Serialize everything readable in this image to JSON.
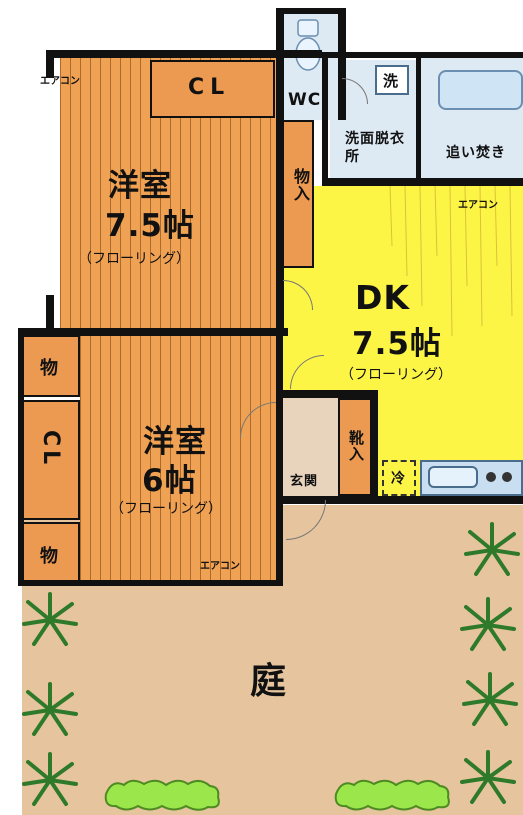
{
  "rooms": {
    "western_room_1": {
      "name": "洋室",
      "size": "7.5帖",
      "floor": "（フローリング）"
    },
    "western_room_2": {
      "name": "洋室",
      "size": "6帖",
      "floor": "（フローリング）"
    },
    "dk": {
      "name": "DK",
      "size": "7.5帖",
      "floor": "（フローリング）"
    },
    "garden": {
      "name": "庭"
    }
  },
  "labels": {
    "closet_cl": "CL",
    "storage": "物入",
    "storage_short": "物",
    "wc": "WC",
    "washroom": "洗面脱衣所",
    "washer": "洗",
    "reheat_bath": "追い焚き",
    "aircon": "エアコン",
    "entrance": "玄関",
    "shoe_storage": "靴入",
    "fridge": "冷"
  },
  "colors": {
    "western_floor": "#f0a254",
    "dk_floor": "#fdf546",
    "garden": "#e6c59e",
    "wall": "#111111",
    "plant": "#2f7a2a",
    "hedge": "#9be64a"
  }
}
